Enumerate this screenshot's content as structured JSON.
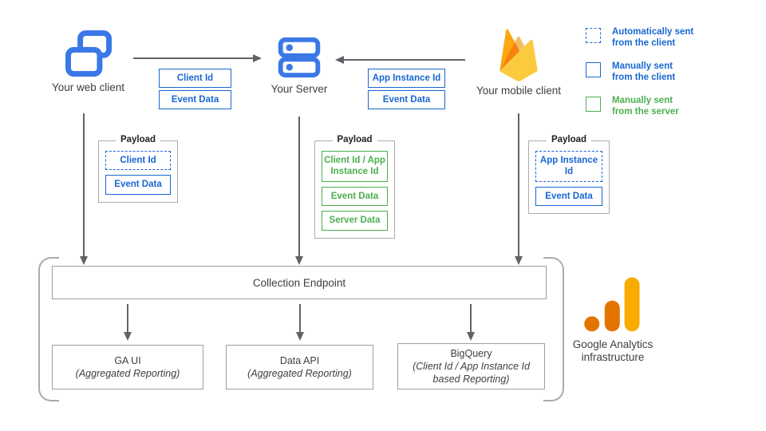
{
  "colors": {
    "icon_blue": "#3b78e7",
    "box_blue": "#1967d2",
    "box_green": "#4caf50",
    "arrow_gray": "#5f6368",
    "border_gray": "#9e9e9e",
    "firebase_yellow": "#fcca3f",
    "firebase_orange": "#f6820c",
    "ga_amber": "#f9ab00",
    "ga_orange": "#e37400"
  },
  "nodes": {
    "web_client": {
      "label": "Your web client",
      "icon": "web-client-icon"
    },
    "server": {
      "label": "Your Server",
      "icon": "server-icon"
    },
    "mobile_client": {
      "label": "Your mobile client",
      "icon": "firebase-icon"
    }
  },
  "flows": {
    "web_to_server": {
      "badges": [
        {
          "label": "Client Id"
        },
        {
          "label": "Event Data"
        }
      ]
    },
    "mobile_to_server": {
      "badges": [
        {
          "label": "App Instance Id"
        },
        {
          "label": "Event Data"
        }
      ]
    }
  },
  "legend": [
    {
      "line1": "Automatically sent",
      "line2": "from the client",
      "style": "dashed-blue"
    },
    {
      "line1": "Manually sent",
      "line2": "from the client",
      "style": "solid-blue"
    },
    {
      "line1": "Manually sent",
      "line2": "from the server",
      "style": "solid-green"
    }
  ],
  "payloads": [
    {
      "owner": "web-client",
      "title": "Payload",
      "items": [
        {
          "label": "Client Id",
          "style": "dashed-blue"
        },
        {
          "label": "Event Data",
          "style": "solid-blue"
        }
      ]
    },
    {
      "owner": "server",
      "title": "Payload",
      "items": [
        {
          "label": "Client Id / App Instance Id",
          "style": "solid-green"
        },
        {
          "label": "Event Data",
          "style": "solid-green"
        },
        {
          "label": "Server Data",
          "style": "solid-green"
        }
      ]
    },
    {
      "owner": "mobile-client",
      "title": "Payload",
      "items": [
        {
          "label": "App Instance Id",
          "style": "dashed-blue"
        },
        {
          "label": "Event Data",
          "style": "solid-blue"
        }
      ]
    }
  ],
  "infrastructure": {
    "endpoint": "Collection Endpoint",
    "outputs": [
      {
        "title": "GA UI",
        "subtitle": "(Aggregated Reporting)"
      },
      {
        "title": "Data API",
        "subtitle": "(Aggregated Reporting)"
      },
      {
        "title": "BigQuery",
        "subtitle": "(Client Id / App Instance Id based Reporting)"
      }
    ],
    "brand_line1": "Google Analytics",
    "brand_line2": "infrastructure"
  }
}
